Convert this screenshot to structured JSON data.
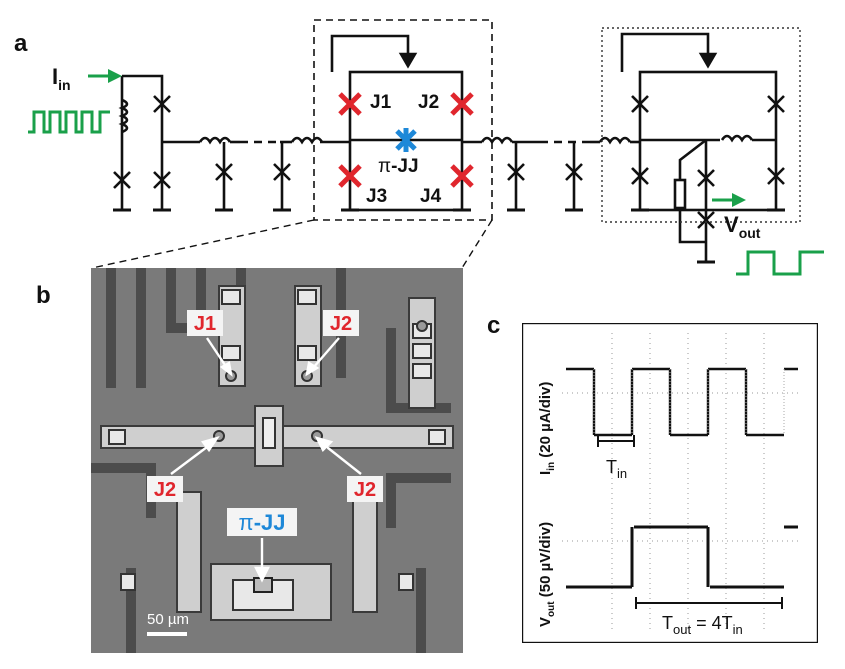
{
  "panels": {
    "a": "a",
    "b": "b",
    "c": "c"
  },
  "circuit": {
    "input_label_main": "I",
    "input_label_sub": "in",
    "output_label_main": "V",
    "output_label_sub": "out",
    "junctions": [
      "J1",
      "J2",
      "J3",
      "J4"
    ],
    "pi_junction_prefix": "π",
    "pi_junction_suffix": "-JJ"
  },
  "micrograph": {
    "labels": [
      "J1",
      "J2",
      "J2",
      "J2"
    ],
    "pi_label_prefix": "π",
    "pi_label_suffix": "-JJ",
    "scale_bar": "50 µm"
  },
  "oscilloscope": {
    "top_ylabel_main": "I",
    "top_ylabel_sub": "in",
    "top_ylabel_rest": " (20 µA/div)",
    "bottom_ylabel_main": "V",
    "bottom_ylabel_sub": "out",
    "bottom_ylabel_rest": " (50 µV/div)",
    "t_in_main": "T",
    "t_in_sub": "in",
    "t_out_main": "T",
    "t_out_sub": "out",
    "t_out_rest": " = 4T",
    "t_out_rest_sub": "in"
  },
  "colors": {
    "input_green": "#1aa04a",
    "junction_red": "#e0262d",
    "pi_blue": "#1e88d8",
    "wire": "#111111"
  }
}
